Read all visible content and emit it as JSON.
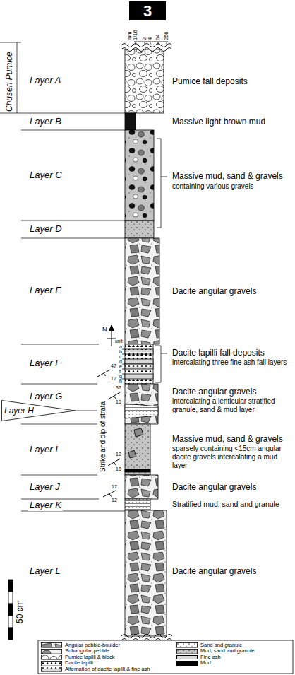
{
  "diagram": {
    "nodes": [
      {
        "text": [
          "3"
        ]
      },
      {
        "text": [
          "Layer H"
        ]
      }
    ],
    "labels": [
      "mm",
      "1/16",
      "2",
      "4",
      "64",
      "256",
      "Chuseri Pumice",
      "Layer A",
      "Pumice fall deposits",
      "Layer B",
      "Massive light brown mud",
      "Layer C",
      "Massive mud, sand & gravels",
      "containing various gravels",
      "Layer D",
      "Layer E",
      "Dacite angular gravels",
      "unit",
      "a",
      "b",
      "c",
      "d",
      "e",
      "f",
      "g",
      "h",
      "N",
      "Layer F",
      "Dacite lapilli fall deposits",
      "intercalating three fine ash fall layers",
      "47",
      "12",
      "Layer G",
      "Dacite angular gravels",
      "intercalating a lenticular stratified granule, sand & mud layer",
      "32",
      "15",
      "Strike and dip of strata",
      "Layer I",
      "Massive mud, sand & gravels",
      "sparsely containing <15cm angular dacite gravels intercalating a mud layer",
      "12",
      "18",
      "Layer J",
      "Dacite angular gravels",
      "17",
      "12",
      "Layer K",
      "Stratified mud, sand and granule",
      "Layer L",
      "Dacite angular gravels",
      "50 cm"
    ],
    "legend": [
      {
        "text": "Angular pebble-boulder"
      },
      {
        "text": "Sand and granule"
      },
      {
        "text": "Subangular pebble"
      },
      {
        "text": "Mud, sand and granule"
      },
      {
        "text": "Pumice lapilli & block"
      },
      {
        "text": "Fine ash",
        "color": "#d9d9d9"
      },
      {
        "text": "Dacite lapilli"
      },
      {
        "text": "Mud",
        "color": "#000000"
      },
      {
        "text": "Alternation of dacite lapilli & fine ash"
      }
    ]
  }
}
